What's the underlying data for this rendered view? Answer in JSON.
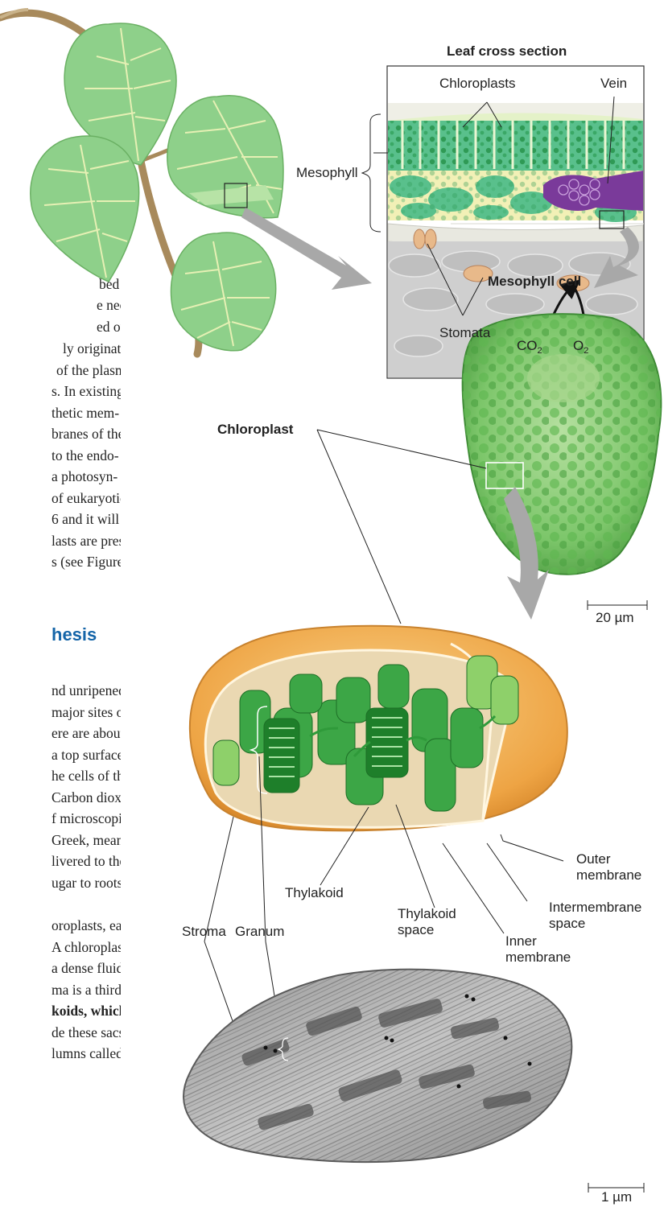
{
  "diagram": {
    "leaf_section_title": "Leaf cross section",
    "labels": {
      "chloroplasts": "Chloroplasts",
      "vein": "Vein",
      "mesophyll": "Mesophyll",
      "stomata": "Stomata",
      "co2_base": "CO",
      "co2_sub": "2",
      "o2_base": "O",
      "o2_sub": "2",
      "mesophyll_cell": "Mesophyll cell",
      "chloroplast": "Chloroplast",
      "scale_20": "20 µm",
      "outer_membrane": "Outer\nmembrane",
      "thylakoid": "Thylakoid",
      "thylakoid_space": "Thylakoid\nspace",
      "intermembrane_space": "Intermembrane\nspace",
      "stroma": "Stroma",
      "granum": "Granum",
      "inner_membrane": "Inner\nmembrane",
      "scale_1": "1 µm"
    }
  },
  "body_text": {
    "lines": [
      "bed",
      "e nec-",
      "ed out effi-",
      "ly originated",
      "of the plasma",
      "s. In existing",
      "thetic mem-",
      "branes of the",
      "to the endo-",
      "a photosyn-",
      "of eukaryotic",
      "6 and it will",
      "lasts are pres-",
      "s (see Figure"
    ],
    "heading": "hesis",
    "lines2": [
      "nd unripened",
      "major sites of",
      "ere are about",
      "a top surface",
      "he cells of the",
      "Carbon diox-",
      "f microscopic",
      "Greek, mean-",
      "livered to the",
      "ugar to roots",
      "",
      "oroplasts, each",
      "A chloroplast",
      "a dense fluid",
      "ma is a third",
      "koids, which",
      "de these sacs.",
      "lumns called"
    ]
  },
  "colors": {
    "leaf": "#8ed08a",
    "leaf_vein": "#e6f0b4",
    "stem": "#a88a5c",
    "mesophyll": "#59c08c",
    "vein_purple": "#7a3a9a",
    "chloroplast_envelope": "#f3b24c",
    "grana": "#2e9a3a",
    "arrow_gray": "#a8a8a8",
    "heading_blue": "#1565a8"
  }
}
